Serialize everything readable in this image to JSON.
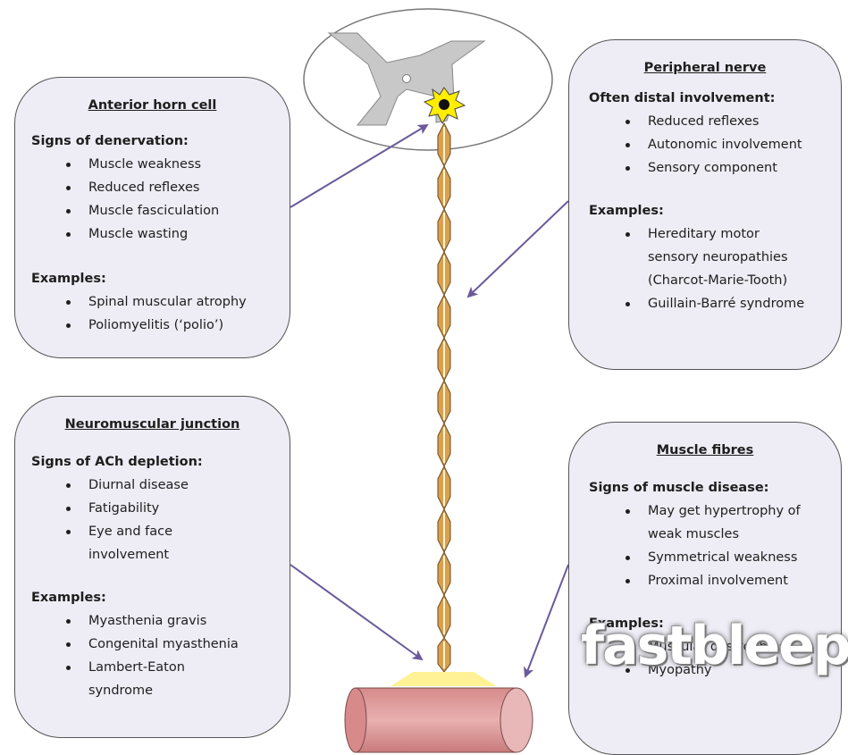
{
  "boxes": {
    "anterior": {
      "title": "Anterior horn cell",
      "signs_heading": "Signs of denervation:",
      "signs": [
        "Muscle weakness",
        "Reduced reflexes",
        "Muscle fasciculation",
        "Muscle wasting"
      ],
      "examples_heading": "Examples:",
      "examples": [
        "Spinal muscular atrophy",
        "Poliomyelitis (‘polio’)"
      ]
    },
    "peripheral": {
      "title": "Peripheral nerve",
      "signs_heading": "Often distal involvement:",
      "signs": [
        "Reduced reflexes",
        "Autonomic involvement",
        "Sensory component"
      ],
      "examples_heading": "Examples:",
      "examples_multi": [
        "Hereditary motor",
        "sensory neuropathies",
        "(Charcot-Marie-Tooth)"
      ],
      "examples": [
        "Guillain-Barré syndrome"
      ]
    },
    "nmj": {
      "title": "Neuromuscular junction",
      "signs_heading": "Signs of ACh depletion:",
      "signs": [
        "Diurnal disease",
        "Fatigability"
      ],
      "signs_multi": [
        "Eye and face",
        "involvement"
      ],
      "examples_heading": "Examples:",
      "examples": [
        "Myasthenia gravis",
        "Congenital myasthenia"
      ],
      "examples_multi": [
        "Lambert-Eaton",
        "syndrome"
      ]
    },
    "muscle": {
      "title": "Muscle fibres",
      "signs_heading": "Signs of muscle disease:",
      "signs_multi": [
        "May get hypertrophy of",
        "weak muscles"
      ],
      "signs": [
        "Symmetrical weakness",
        "Proximal involvement"
      ],
      "examples_heading": "Examples:",
      "examples": [
        "Muscular dystrophies",
        "Myopathy"
      ]
    }
  },
  "watermark": "fastbleep",
  "colors": {
    "box_fill": "#eeecf4",
    "arrow": "#6a5a9a",
    "axon": "#d8a050",
    "muscle": "#e0a0a0",
    "grey_matter": "#c8c8c8",
    "neuron_glow": "#ffee00"
  }
}
